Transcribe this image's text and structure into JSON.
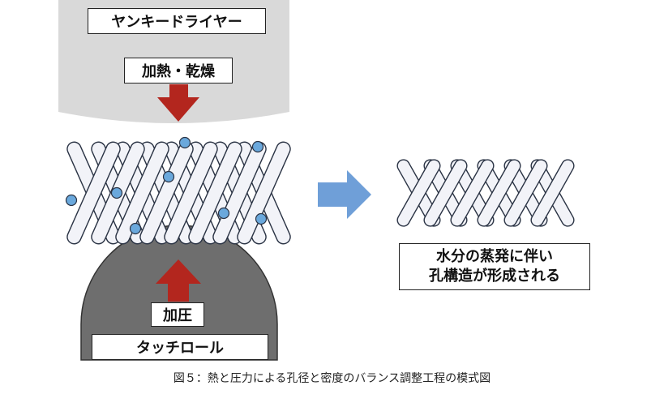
{
  "diagram": {
    "dryer_label": "ヤンキードライヤー",
    "heat_label": "加熱・乾燥",
    "pressure_label": "加圧",
    "roll_label": "タッチロール",
    "result_line1": "水分の蒸発に伴い",
    "result_line2": "孔構造が形成される",
    "caption": "図５：熱と圧力による孔径と密度のバランス調整工程の模式図"
  },
  "colors": {
    "dryer_fill": "#d9d9d9",
    "roll_fill": "#6e6e6e",
    "arrow_red": "#b3261e",
    "arrow_blue": "#6f9fd8",
    "fiber_fill": "#f2f3f8",
    "water_dot": "#6aa8dc"
  }
}
